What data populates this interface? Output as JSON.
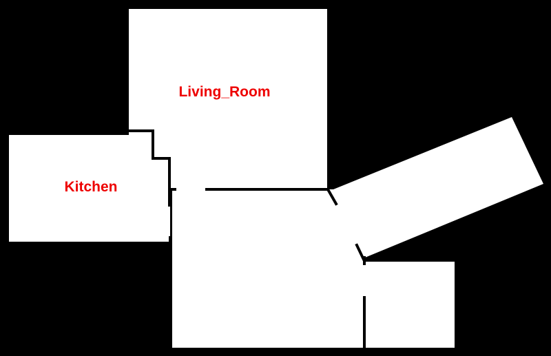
{
  "colors": {
    "background": "#000000",
    "floor": "#ffffff",
    "wall": "#000000",
    "label": "#ee0000"
  },
  "rooms": [
    {
      "id": "living-room",
      "label": "Living_Room"
    },
    {
      "id": "kitchen",
      "label": "Kitchen"
    }
  ]
}
